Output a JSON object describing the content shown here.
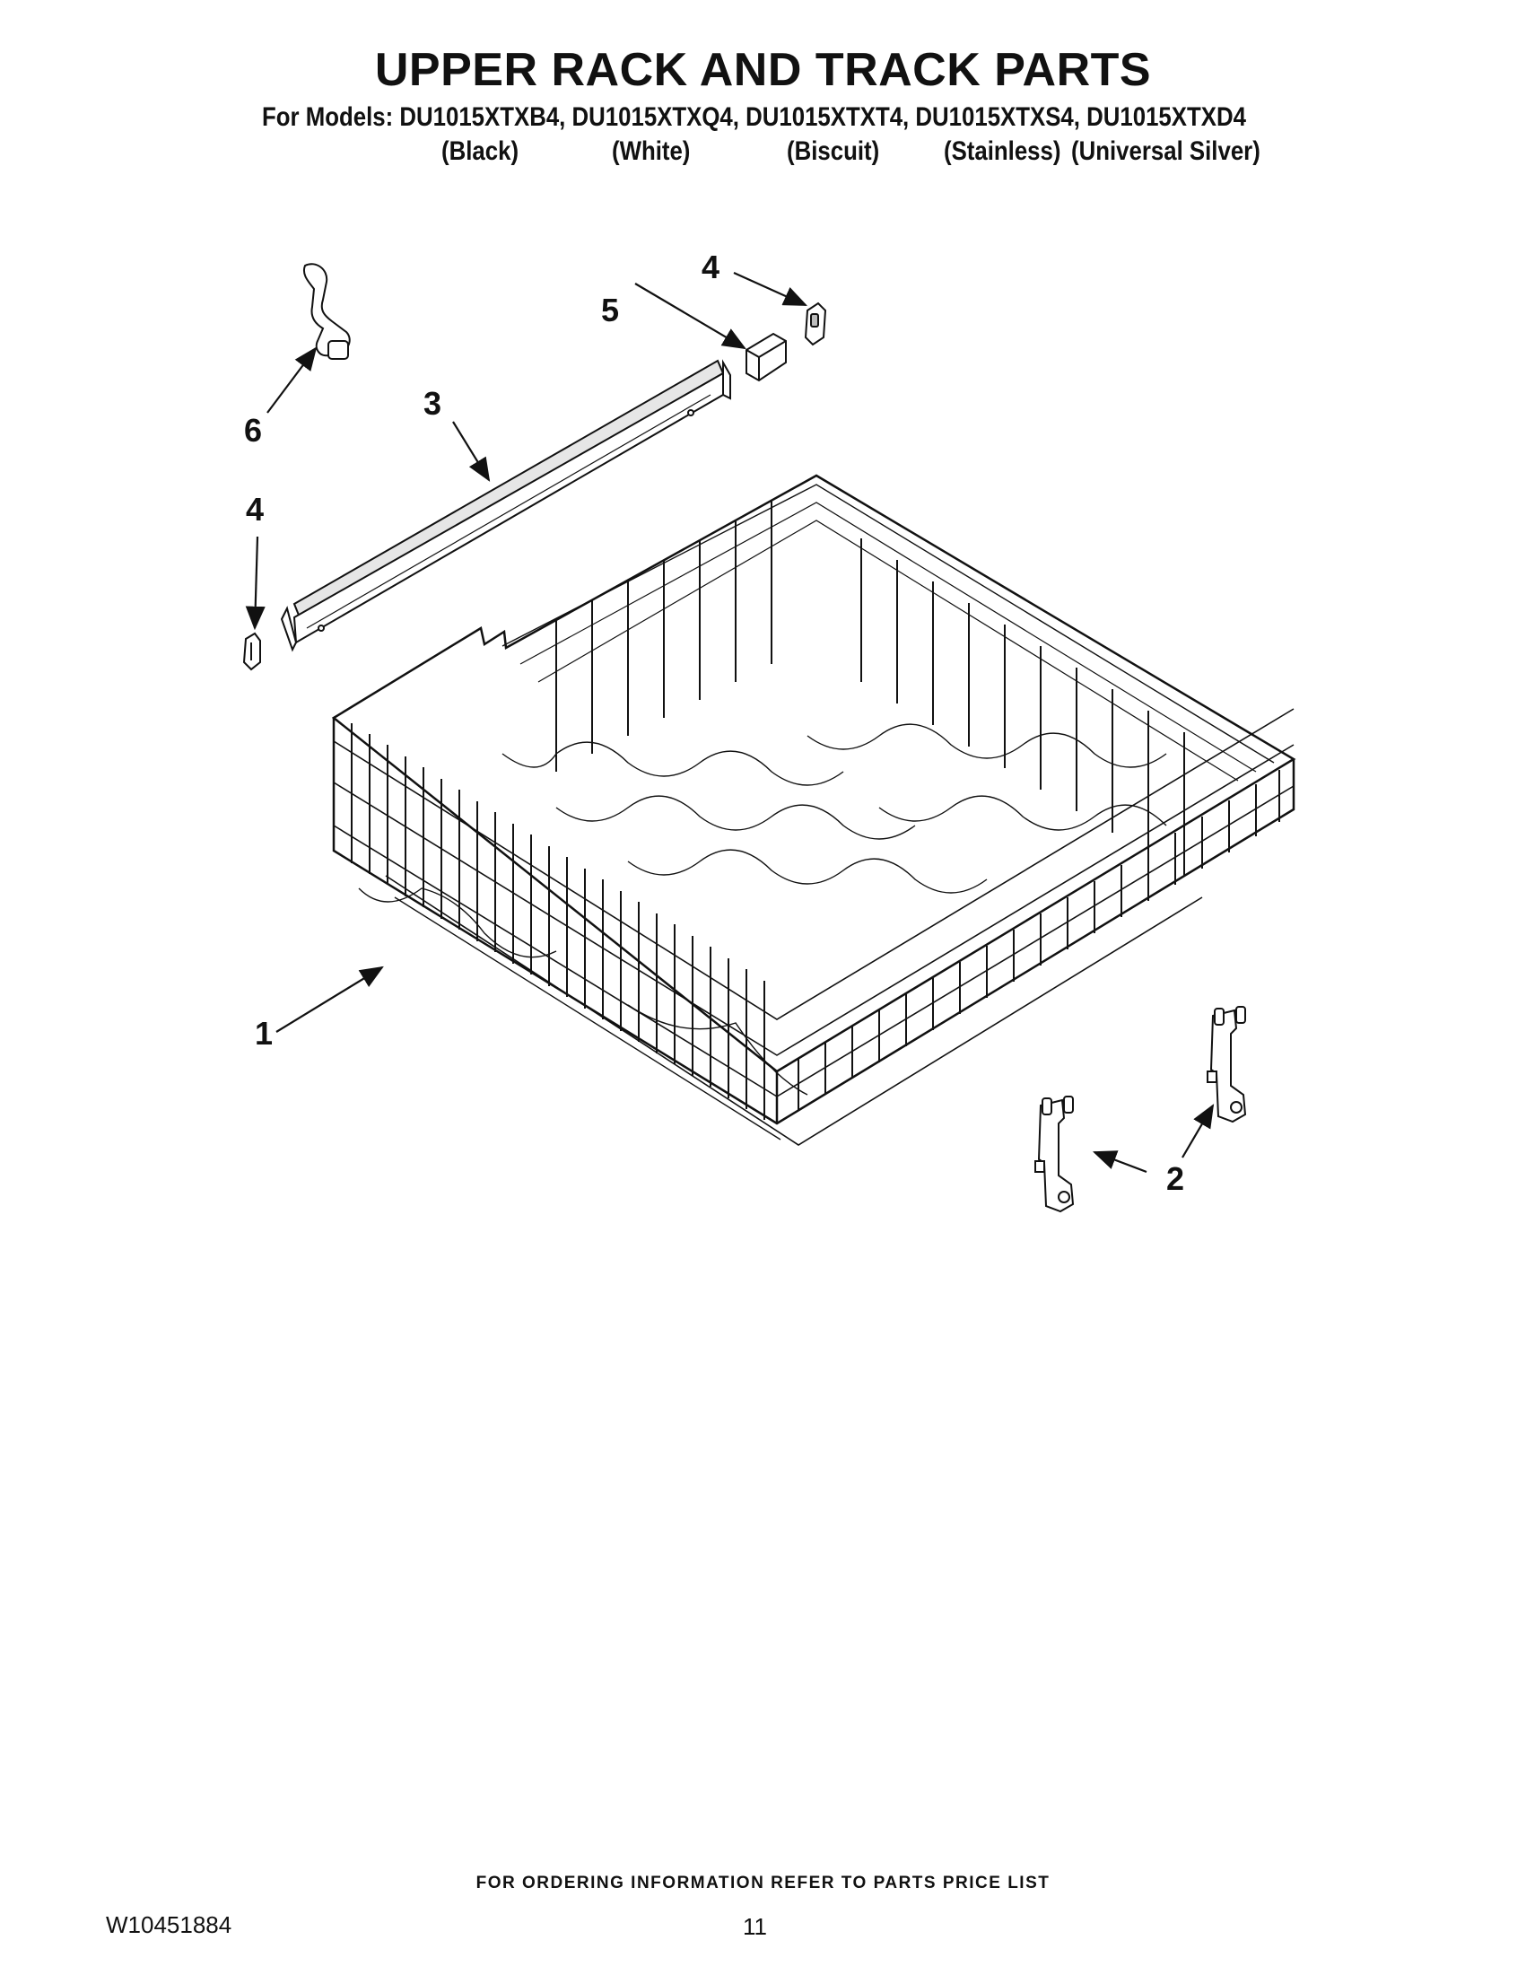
{
  "header": {
    "title": "UPPER RACK AND TRACK PARTS",
    "models_line": "For Models: DU1015XTXB4, DU1015XTXQ4, DU1015XTXT4, DU1015XTXS4, DU1015XTXD4",
    "variants": [
      "(Black)",
      "(White)",
      "(Biscuit)",
      "(Stainless)",
      "(Universal Silver)"
    ]
  },
  "callouts": {
    "rack": "1",
    "roller_front": "2",
    "roller_back": "2",
    "track": "3",
    "stop_right": "4",
    "stop_left": "4",
    "end_cap": "5",
    "clip": "6"
  },
  "footer": {
    "ordering_note": "FOR ORDERING INFORMATION REFER TO PARTS PRICE LIST",
    "document_number": "W10451884",
    "page_number": "11"
  },
  "colors": {
    "ink": "#111111",
    "paper": "#ffffff",
    "shade": "#bdbdbd"
  }
}
